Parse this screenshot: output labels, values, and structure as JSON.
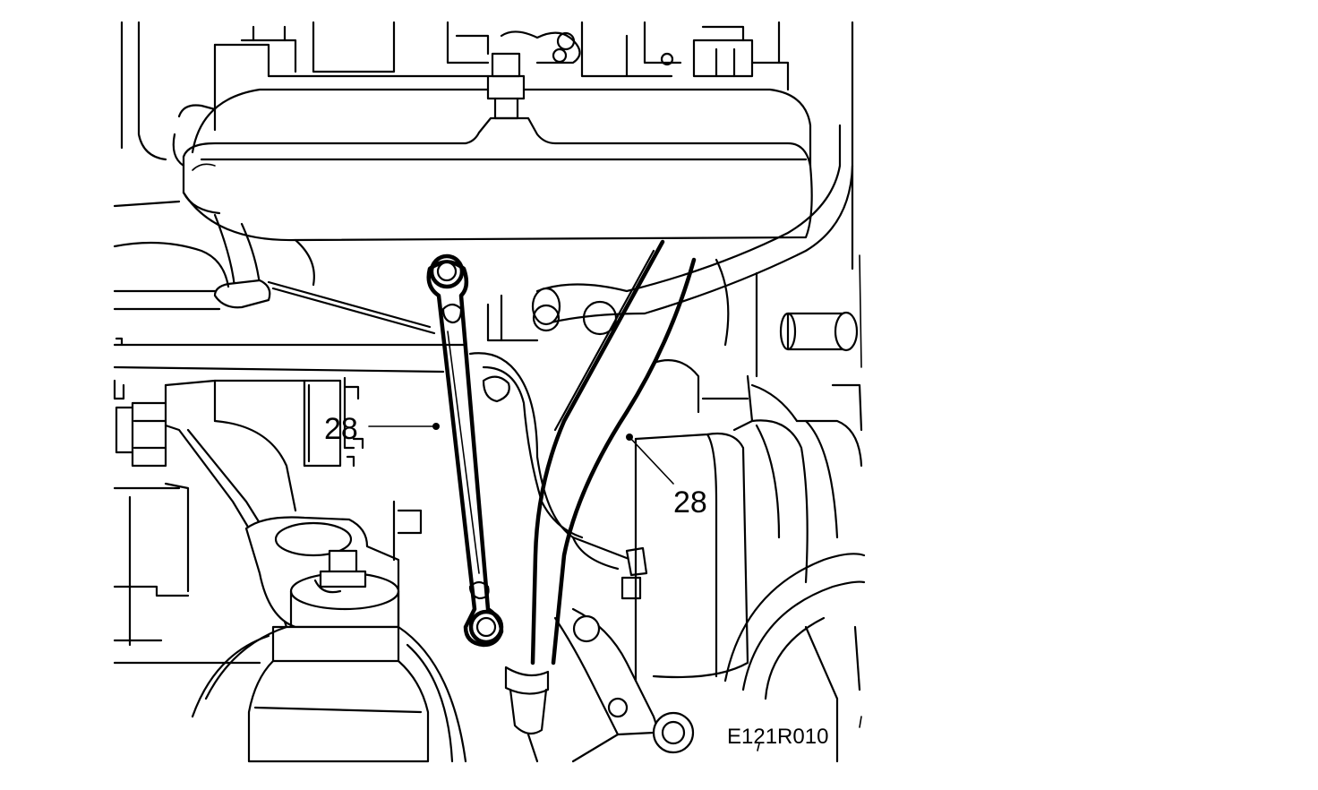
{
  "diagram": {
    "callouts": [
      {
        "id": "left",
        "label": "28"
      },
      {
        "id": "right",
        "label": "28"
      }
    ],
    "figure_code": "E121R010",
    "colors": {
      "ink": "#000000",
      "paper": "#ffffff"
    }
  }
}
